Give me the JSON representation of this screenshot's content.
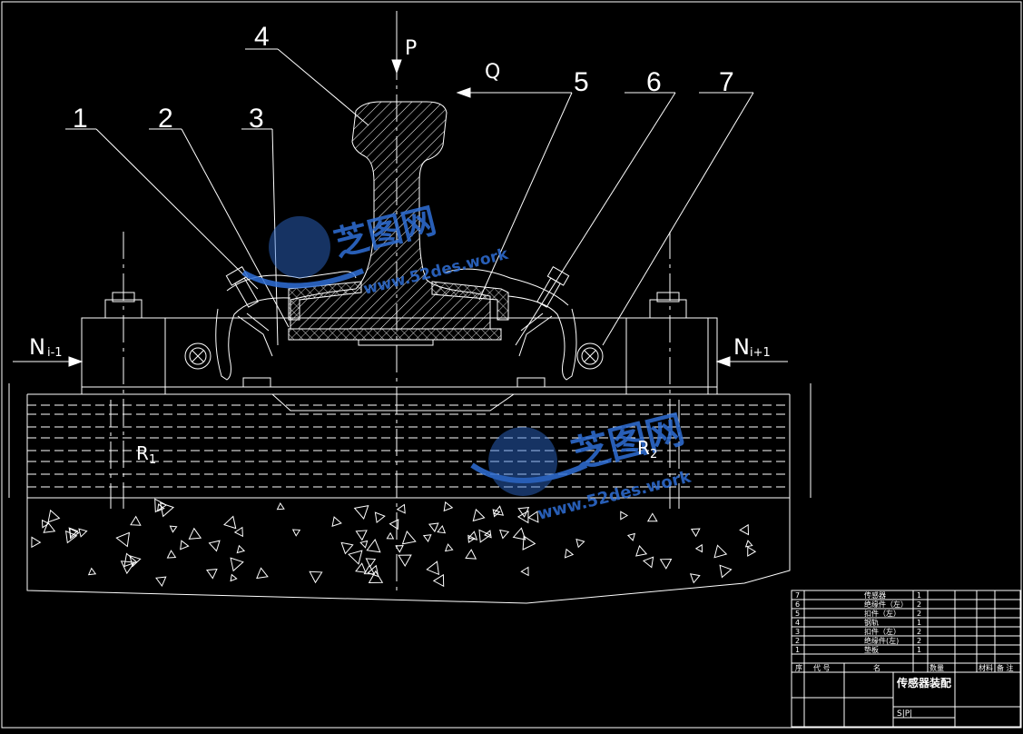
{
  "labels": {
    "n1": "1",
    "n2": "2",
    "n3": "3",
    "n4": "4",
    "n5": "5",
    "n6": "6",
    "n7": "7",
    "p": "P",
    "q": "Q",
    "n_left": "N",
    "n_left_sub": "i-1",
    "n_right": "N",
    "n_right_sub": "i+1",
    "r1": "R",
    "r1_sub": "1",
    "r2": "R",
    "r2_sub": "2"
  },
  "watermark": {
    "text": "芝图网",
    "url": "www.52des.work"
  },
  "parts_table": {
    "rows": [
      {
        "no": "7",
        "name": "传感器",
        "qty": "1"
      },
      {
        "no": "6",
        "name": "绝缘件（左）",
        "qty": "2"
      },
      {
        "no": "5",
        "name": "扣件（左）",
        "qty": "2"
      },
      {
        "no": "4",
        "name": "钢轨",
        "qty": "1"
      },
      {
        "no": "3",
        "name": "扣件（左）",
        "qty": "2"
      },
      {
        "no": "2",
        "name": "绝缘件(左)",
        "qty": "2"
      },
      {
        "no": "1",
        "name": "垫板",
        "qty": "1"
      }
    ],
    "header": {
      "no": "序",
      "code": "代 号",
      "name": "名",
      "qty": "数量",
      "material": "材料",
      "note": "备 注"
    }
  },
  "title_block": {
    "title": "传感器装配",
    "code": "S|P|"
  },
  "colors": {
    "line": "#ffffff",
    "watermark": "#2f6fd6",
    "background": "#000000"
  }
}
